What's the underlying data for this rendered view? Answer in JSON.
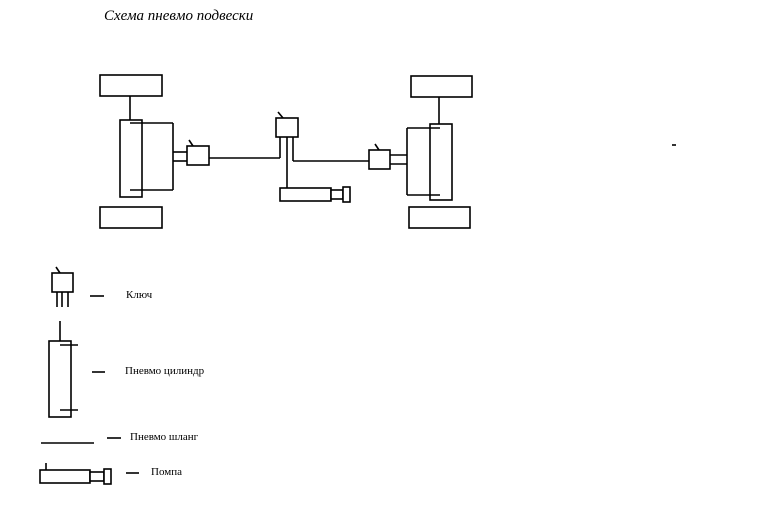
{
  "title": "Схема пневмо подвески",
  "legend": {
    "key": "Ключ",
    "cylinder": "Пневмо цилиндр",
    "hose": "Пневмо шланг",
    "pump": "Помпа"
  }
}
